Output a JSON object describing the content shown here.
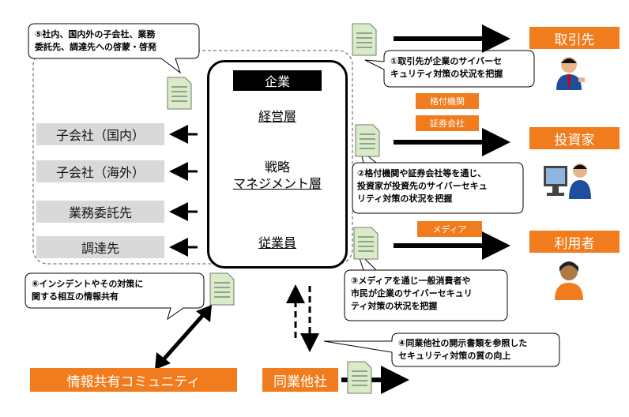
{
  "callouts": {
    "c5": [
      "⑤社内、国内外の子会社、業務",
      "委託先、調達先への啓蒙・啓発"
    ],
    "c1": [
      "①取引先が企業のサイバーセ",
      "キュリティ対策の状況を把握"
    ],
    "c2": [
      "②格付機関や証券会社等を通じ、",
      "投資家が投資先のサイバーセキュ",
      "リティ対策の状況を把握"
    ],
    "c3": [
      "③メディアを通じ一般消費者や",
      "市民が企業のサイバーセキュリ",
      "ティ対策の状況を把握"
    ],
    "c6": [
      "⑥インシデントやその対策に",
      "関する相互の情報共有"
    ],
    "c4": [
      "④同業他社の開示書類を参照した",
      "セキュリティ対策の質の向上"
    ]
  },
  "corporation": {
    "title": "企業",
    "management": "経営層",
    "strategy_line1": "戦略",
    "strategy_line2": "マネジメント層",
    "employees": "従業員"
  },
  "subsidiaries": [
    "子会社（国内）",
    "子会社（海外）",
    "業務委託先",
    "調達先"
  ],
  "stakeholders": {
    "business_partner": "取引先",
    "investor": "投資家",
    "user": "利用者"
  },
  "intermediaries": {
    "rating_agency": "格付機関",
    "securities": "証券会社",
    "media": "メディア"
  },
  "community": "情報共有コミュニティ",
  "peer": "同業他社",
  "colors": {
    "accent": "#f07c1e",
    "grey": "#d9d9d9",
    "ink": "#000000"
  },
  "icons": [
    "document-icon",
    "person-icon",
    "computer-user-icon"
  ]
}
